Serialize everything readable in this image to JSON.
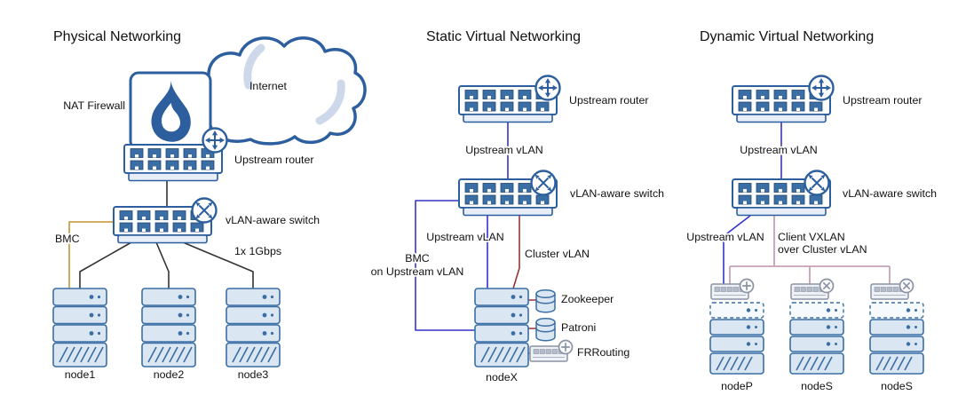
{
  "sections": {
    "physical": {
      "title": "Physical Networking",
      "internet_label": "Internet",
      "nat_firewall_label": "NAT Firewall",
      "upstream_router_label": "Upstream router",
      "vlan_switch_label": "vLAN-aware switch",
      "bmc_label": "BMC",
      "bandwidth_label": "1x 1Gbps",
      "nodes": [
        "node1",
        "node2",
        "node3"
      ]
    },
    "static_virtual": {
      "title": "Static Virtual Networking",
      "upstream_router_label": "Upstream router",
      "upstream_vlan_top_label": "Upstream vLAN",
      "vlan_switch_label": "vLAN-aware switch",
      "upstream_vlan_link_label": "Upstream vLAN",
      "cluster_vlan_label": "Cluster vLAN",
      "bmc_line1": "BMC",
      "bmc_line2": "on Upstream vLAN",
      "services": [
        "Zookeeper",
        "Patroni",
        "FRRouting"
      ],
      "node_label": "nodeX"
    },
    "dynamic_virtual": {
      "title": "Dynamic Virtual Networking",
      "upstream_router_label": "Upstream router",
      "upstream_vlan_top_label": "Upstream vLAN",
      "vlan_switch_label": "vLAN-aware switch",
      "upstream_vlan_link_label": "Upstream vLAN",
      "client_vxlan_line1": "Client VXLAN",
      "client_vxlan_line2": "over Cluster vLAN",
      "nodes": [
        "nodeP",
        "nodeS",
        "nodeS"
      ]
    }
  },
  "colors": {
    "device_outline": "#2d5f9e",
    "port_fill": "#3a6ea5",
    "server_fill": "#dbe6f3",
    "physical_link": "#333333",
    "vlan_link": "#3333cc",
    "cluster_link": "#993333",
    "bmc_link": "#c79433",
    "vxlan_link": "#c9a0b8",
    "mini_grey": "#8a93a3",
    "cloud_accent": "#cdd9ea"
  }
}
